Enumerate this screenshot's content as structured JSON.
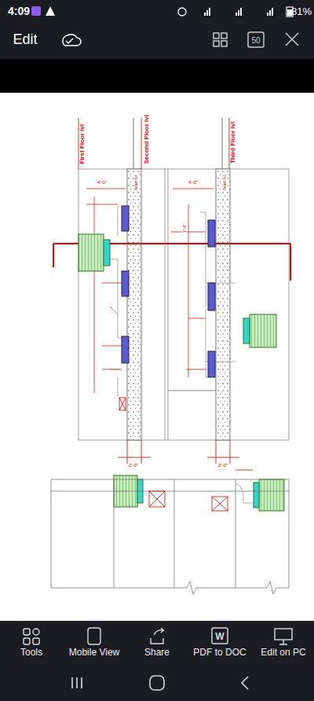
{
  "diagram": {
    "labels": [
      "4:09",
      "81%",
      "Edit",
      "50",
      "First Floor lvl",
      "Second Floor lvl",
      "Third Floor lvl",
      "Beam lvl",
      "Beam lvl",
      "4'-0\"",
      "4'-0\"",
      "1'-6\"",
      "2'-0\"",
      "2'-0\"",
      "Tools",
      "Mobile View",
      "Share",
      "PDF to DOC",
      "Edit on PC"
    ]
  }
}
